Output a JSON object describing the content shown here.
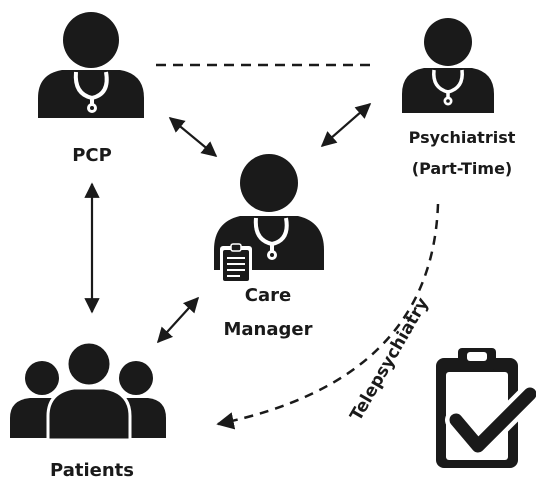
{
  "colors": {
    "figure": "#1a1a1a",
    "background": "#ffffff"
  },
  "nodes": {
    "pcp": {
      "label": "PCP",
      "icon": "doctor-stethoscope-icon"
    },
    "psychiatrist": {
      "label_line1": "Psychiatrist",
      "label_line2": "(Part-Time)",
      "icon": "doctor-stethoscope-icon"
    },
    "care_manager": {
      "label_line1": "Care",
      "label_line2": "Manager",
      "icon": "doctor-clipboard-icon"
    },
    "patients": {
      "label": "Patients",
      "icon": "group-people-icon"
    }
  },
  "edges": {
    "telepsychiatry_label": "Telepsychiatry"
  },
  "decor": {
    "checklist_icon": "clipboard-check-icon"
  }
}
